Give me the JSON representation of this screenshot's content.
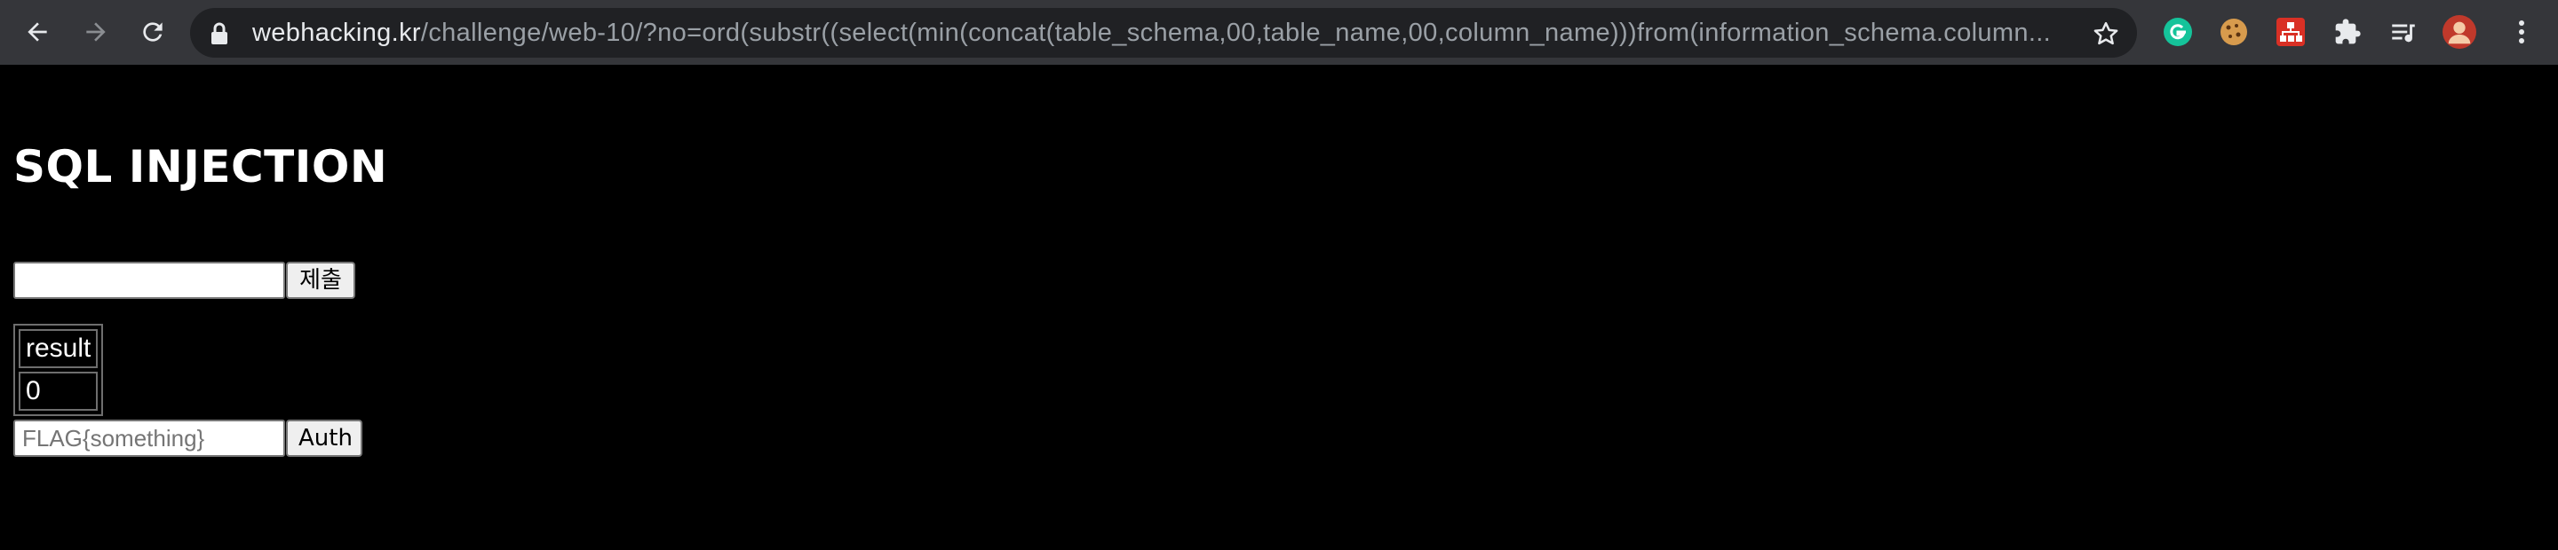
{
  "browser": {
    "url_host": "webhacking.kr",
    "url_path": "/challenge/web-10/?no=ord(substr((select(min(concat(table_schema,00,table_name,00,column_name)))from(information_schema.column..."
  },
  "page": {
    "title": "SQL INJECTION",
    "query_input_value": "",
    "submit_label": "제출",
    "result_header": "result",
    "result_value": "0",
    "flag_placeholder": "FLAG{something}",
    "auth_label": "Auth"
  }
}
